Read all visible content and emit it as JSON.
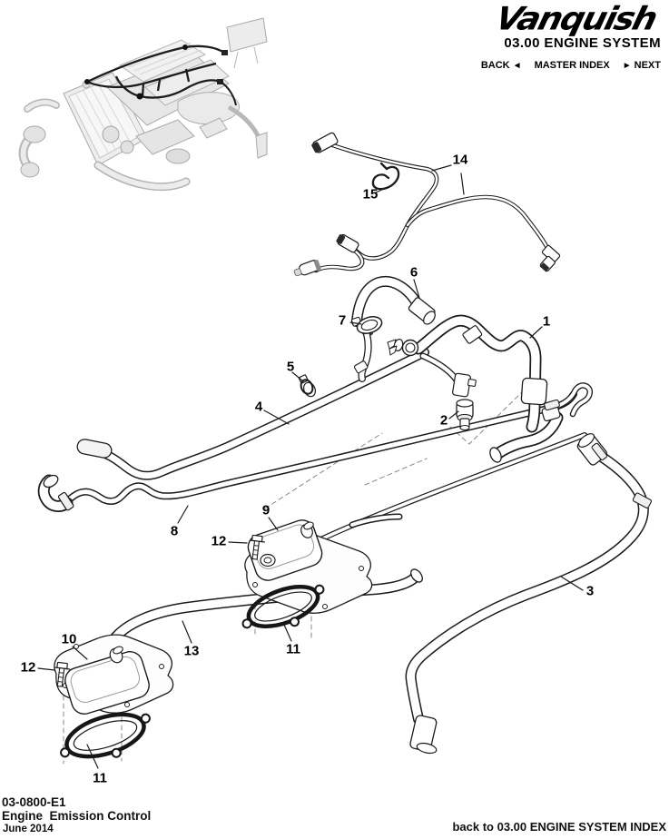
{
  "header": {
    "logo_text": "Vanquish",
    "section_title": "03.00 ENGINE SYSTEM",
    "nav": {
      "back_label": "BACK",
      "back_arrow": "◄",
      "master_index_label": "MASTER INDEX",
      "next_arrow": "►",
      "next_label": "NEXT"
    }
  },
  "diagram": {
    "callouts": [
      {
        "label": "14"
      },
      {
        "label": "15"
      },
      {
        "label": "6"
      },
      {
        "label": "7"
      },
      {
        "label": "1"
      },
      {
        "label": "5"
      },
      {
        "label": "4"
      },
      {
        "label": "2"
      },
      {
        "label": "8"
      },
      {
        "label": "9"
      },
      {
        "label": "12"
      },
      {
        "label": "11"
      },
      {
        "label": "13"
      },
      {
        "label": "3"
      },
      {
        "label": "10"
      },
      {
        "label": "12"
      },
      {
        "label": "11"
      }
    ]
  },
  "footer": {
    "doc_number": "03-0800-E1",
    "doc_title": "Engine  Emission Control",
    "date": "June 2014",
    "index_link_label": "back to 03.00 ENGINE SYSTEM INDEX"
  }
}
